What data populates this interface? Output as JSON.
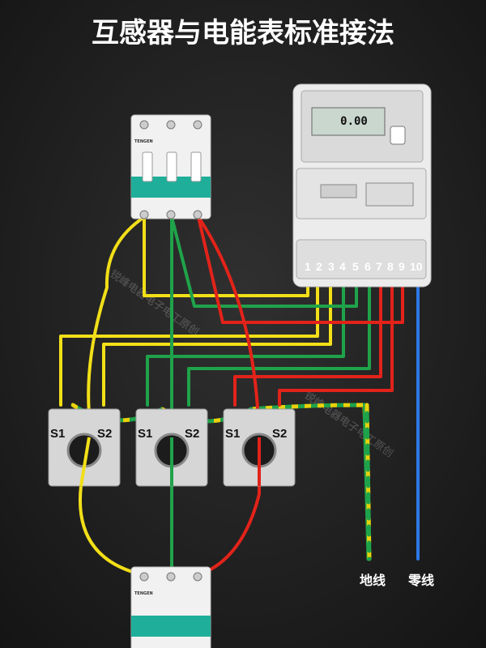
{
  "title": "互感器与电能表标准接法",
  "breaker": {
    "brand": "TENGEN"
  },
  "meter": {
    "reading": "0.00",
    "terminals": [
      "1",
      "2",
      "3",
      "4",
      "5",
      "6",
      "7",
      "8",
      "9",
      "10"
    ]
  },
  "ct": {
    "s1": "S1",
    "s2": "S2"
  },
  "labels": {
    "earth": "地线",
    "neutral": "零线"
  },
  "watermark": "锐峰电器电子电工原创",
  "colors": {
    "phase_a": "#f2df18",
    "phase_b": "#1fa34a",
    "phase_c": "#e2231a",
    "neutral": "#2d78e6",
    "earth": "#e8d20c/#1fa34a",
    "breaker_accent": "#1fae9a"
  }
}
